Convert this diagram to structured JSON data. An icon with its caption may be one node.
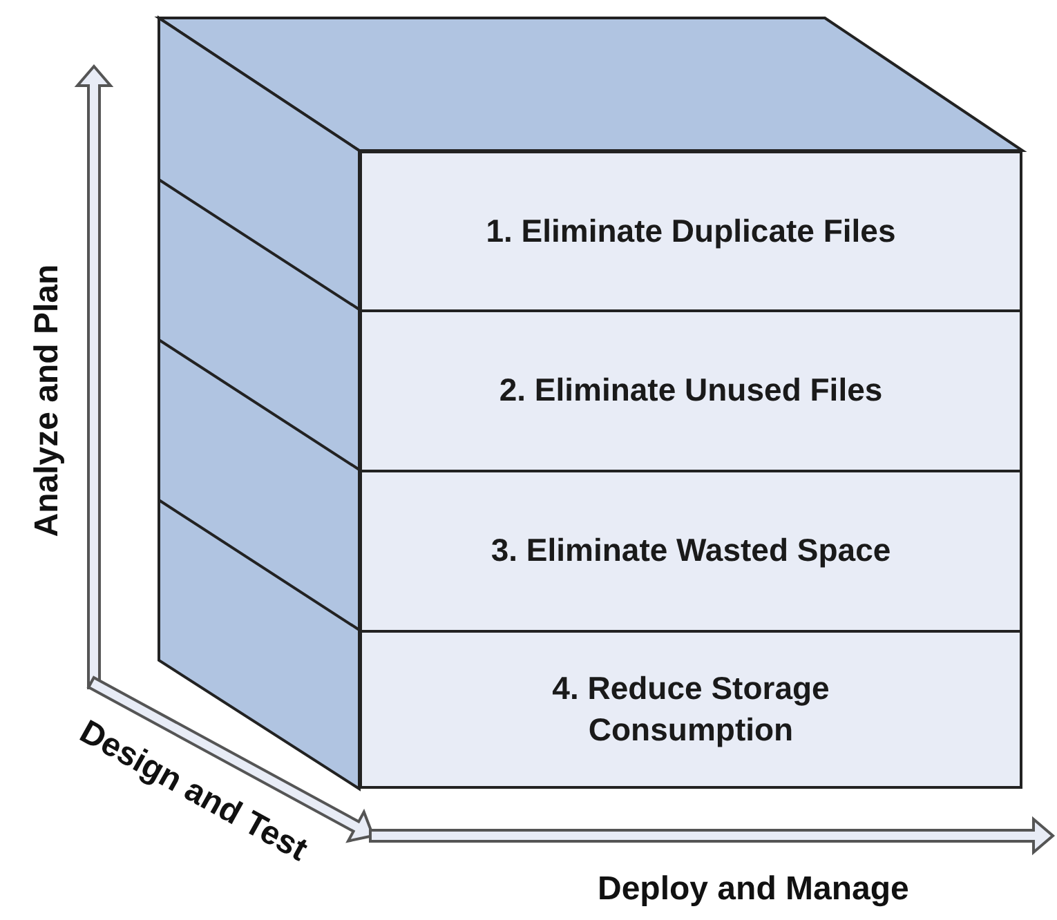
{
  "diagram": {
    "nodes": [
      {
        "text": [
          "1. Eliminate Duplicate Files"
        ]
      },
      {
        "text": [
          "2. Eliminate Unused Files"
        ]
      },
      {
        "text": [
          "3. Eliminate Wasted Space"
        ]
      },
      {
        "text": [
          "4. Reduce Storage Consumption"
        ]
      }
    ],
    "labels": [
      "Analyze and Plan",
      "Design and Test",
      "Deploy and Manage"
    ]
  }
}
